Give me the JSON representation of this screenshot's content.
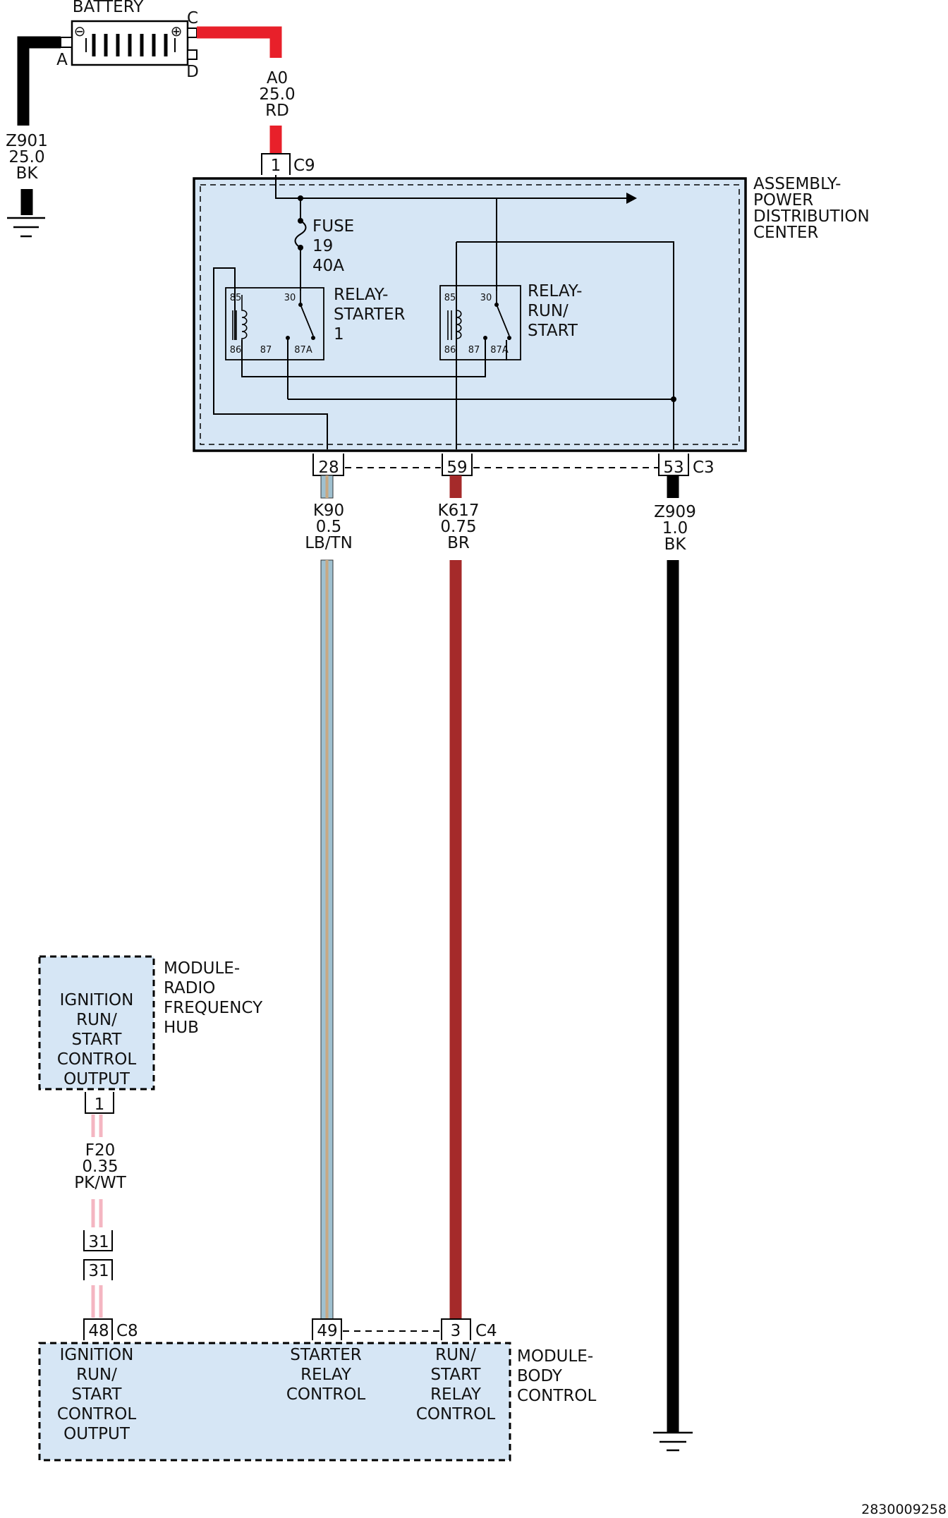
{
  "battery": {
    "title": "BATTERY",
    "term_a": "A",
    "term_c": "C",
    "term_d": "D",
    "minus_symbol": "⊖",
    "plus_symbol": "⊕"
  },
  "wires": {
    "z901": {
      "circuit": "Z901",
      "gauge": "25.0",
      "color": "BK",
      "hex": "#000000"
    },
    "a0": {
      "circuit": "A0",
      "gauge": "25.0",
      "color": "RD",
      "hex": "#e8202a"
    },
    "k90": {
      "circuit": "K90",
      "gauge": "0.5",
      "color": "LB/TN",
      "hex_primary": "#9fc0cf",
      "hex_stripe": "#c8a882"
    },
    "k617": {
      "circuit": "K617",
      "gauge": "0.75",
      "color": "BR",
      "hex": "#a52a2a"
    },
    "z909": {
      "circuit": "Z909",
      "gauge": "1.0",
      "color": "BK",
      "hex": "#000000"
    },
    "f20": {
      "circuit": "F20",
      "gauge": "0.35",
      "color": "PK/WT",
      "hex": "#f4b6c2"
    }
  },
  "pdc": {
    "name_line1": "ASSEMBLY-",
    "name_line2": "POWER",
    "name_line3": "DISTRIBUTION",
    "name_line4": "CENTER",
    "connector_in": {
      "pin": "1",
      "name": "C9"
    },
    "connector_out": {
      "name": "C3",
      "pins": [
        "28",
        "59",
        "53"
      ]
    },
    "fuse": {
      "label": "FUSE",
      "number": "19",
      "rating": "40A"
    },
    "relay_starter": {
      "name_line1": "RELAY-",
      "name_line2": "STARTER",
      "name_line3": "1",
      "pins": [
        "85",
        "30",
        "86",
        "87",
        "87A"
      ]
    },
    "relay_run_start": {
      "name_line1": "RELAY-",
      "name_line2": "RUN/",
      "name_line3": "START",
      "pins": [
        "85",
        "30",
        "86",
        "87",
        "87A"
      ]
    }
  },
  "rf_hub": {
    "name_line1": "MODULE-",
    "name_line2": "RADIO",
    "name_line3": "FREQUENCY",
    "name_line4": "HUB",
    "function_lines": [
      "IGNITION",
      "RUN/",
      "START",
      "CONTROL",
      "OUTPUT"
    ],
    "pin": "1"
  },
  "inline_connector": {
    "pin_top": "31",
    "pin_bottom": "31"
  },
  "bcm": {
    "name_line1": "MODULE-",
    "name_line2": "BODY",
    "name_line3": "CONTROL",
    "connector_c8": {
      "pin": "48",
      "name": "C8"
    },
    "connector_c4": {
      "name": "C4",
      "pins": [
        "49",
        "3"
      ]
    },
    "ignition_lines": [
      "IGNITION",
      "RUN/",
      "START",
      "CONTROL",
      "OUTPUT"
    ],
    "starter_lines": [
      "STARTER",
      "RELAY",
      "CONTROL"
    ],
    "runstart_lines": [
      "RUN/",
      "START",
      "RELAY",
      "CONTROL"
    ]
  },
  "figure_id": "2830009258"
}
